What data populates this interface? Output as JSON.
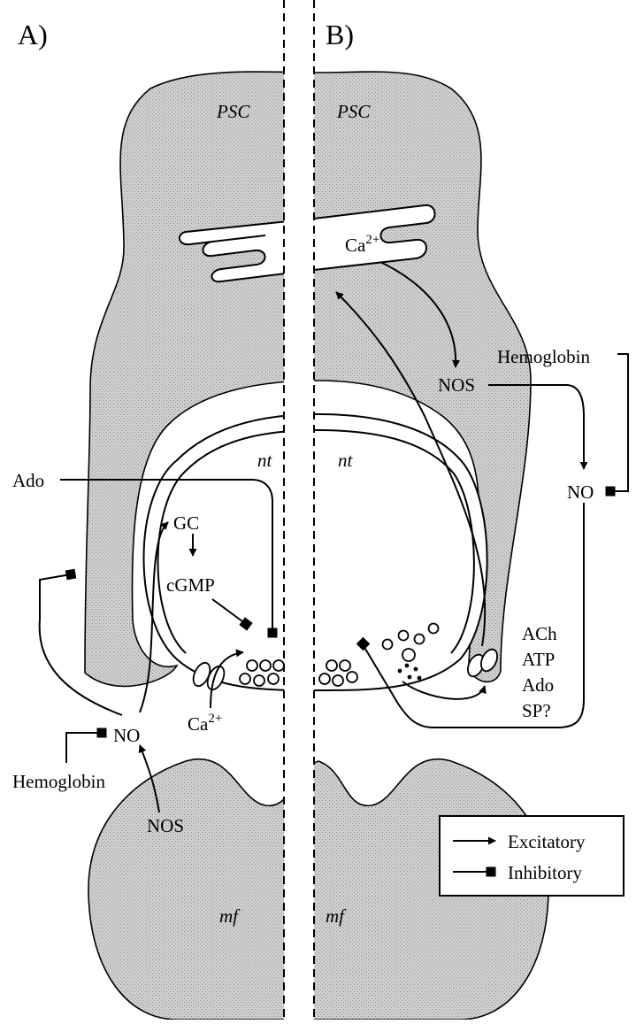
{
  "panels": {
    "a": "A)",
    "b": "B)"
  },
  "cells": {
    "psc_a": "PSC",
    "psc_b": "PSC",
    "nt_a": "nt",
    "nt_b": "nt",
    "mf_a": "mf",
    "mf_b": "mf"
  },
  "panel_a": {
    "ado": "Ado",
    "gc": "GC",
    "cgmp": "cGMP",
    "ca": "Ca",
    "ca_sup": "2+",
    "no": "NO",
    "hemoglobin": "Hemoglobin",
    "nos": "NOS"
  },
  "panel_b": {
    "ca": "Ca",
    "ca_sup": "2+",
    "hemoglobin": "Hemoglobin",
    "nos": "NOS",
    "no": "NO",
    "transmitters": [
      "ACh",
      "ATP",
      "Ado",
      "SP?"
    ]
  },
  "legend": {
    "excitatory": "Excitatory",
    "inhibitory": "Inhibitory"
  }
}
